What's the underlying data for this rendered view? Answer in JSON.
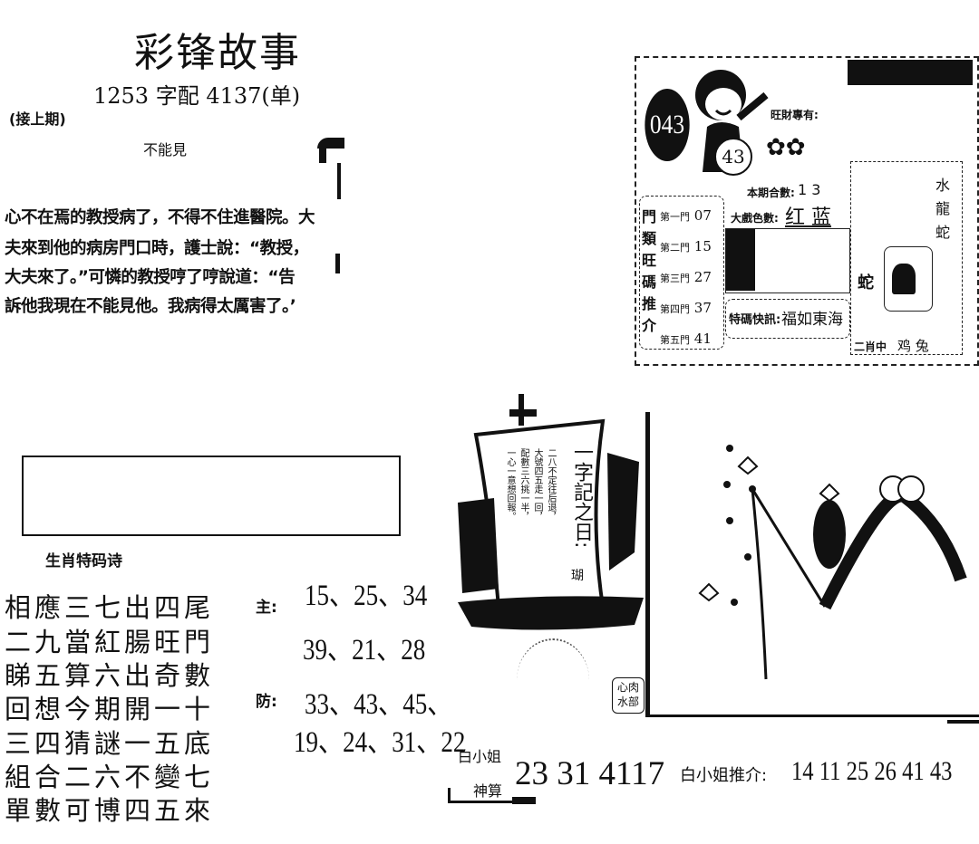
{
  "header": {
    "title": "彩锋故事",
    "subtitle": "1253 字配 4137(单)",
    "continued": "(接上期)"
  },
  "story": {
    "heading": "不能見",
    "lines": [
      "心不在焉的教授病了，不得不住進醫院。大",
      "夫來到他的病房門口時，護士說：“教授，",
      "大夫來了。”可憐的教授哼了哼說道：“告",
      "訴他我現在不能見他。我病得太厲害了。’"
    ]
  },
  "poem": {
    "title": "生肖特码诗",
    "lines": [
      "相應三七出四尾",
      "二九當紅腸旺門",
      "睇五算六出奇數",
      "回想今期開一十",
      "三四猜謎一五底",
      "組合二六不變七",
      "單數可博四五來"
    ],
    "main_label": "主:",
    "main_numbers": [
      "15、25、34",
      "39、21、28"
    ],
    "guard_label": "防:",
    "guard_numbers": [
      "33、43、45、",
      "19、24、31、22"
    ]
  },
  "panel": {
    "badge_number": "043",
    "ball_number": "43",
    "header_label": "旺財專有:",
    "sum_label": "本期合數:",
    "sum_value": "1 3",
    "color_label": "大戲色數:",
    "color_value": "红 蓝",
    "gate_title": [
      "門",
      "類",
      "旺",
      "碼",
      "推",
      "介"
    ],
    "gates": [
      {
        "label": "第一門",
        "value": "07"
      },
      {
        "label": "第二門",
        "value": "15"
      },
      {
        "label": "第三門",
        "value": "27"
      },
      {
        "label": "第四門",
        "value": "37"
      },
      {
        "label": "第五門",
        "value": "41"
      }
    ],
    "flash_label": "特碼快訊:",
    "flash_value": "福如東海",
    "right_col": [
      "水",
      "龍",
      "蛇"
    ],
    "zodiac_snake": "蛇",
    "two_zodiac_label": "二肖中",
    "two_zodiac_value": "鸡 兔"
  },
  "ship": {
    "heading": "一字記之日:",
    "answer": "瑚",
    "verse": [
      "二八不定往后退，",
      "大號四五走一回，",
      "配數三六挑一半，",
      "一心一意想回報。"
    ],
    "stamp": "心肉水部"
  },
  "footer": {
    "miss_white": "白小姐",
    "divine": "神算",
    "numbers": "23 31 4117",
    "recommend_label": "白小姐推介:",
    "recommend_numbers": "14 11 25 26 41 43"
  },
  "colors": {
    "ink": "#111111",
    "paper": "#ffffff"
  }
}
